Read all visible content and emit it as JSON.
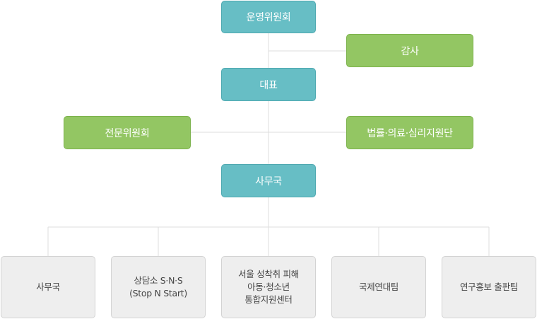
{
  "colors": {
    "teal": "#67bec5",
    "green": "#93c663",
    "gray": "#eeeeee",
    "line": "#dddddd"
  },
  "org": {
    "committee": "운영위원회",
    "audit": "감사",
    "ceo": "대표",
    "expert_committee": "전문위원회",
    "support_team": "법률·의료·심리지원단",
    "secretariat": "사무국"
  },
  "departments": [
    {
      "lines": [
        "사무국"
      ]
    },
    {
      "lines": [
        "상담소 S·N·S",
        "(Stop N Start)"
      ]
    },
    {
      "lines": [
        "서울 성착취 피해",
        "아동·청소년",
        "통합지원센터"
      ]
    },
    {
      "lines": [
        "국제연대팀"
      ]
    },
    {
      "lines": [
        "연구홍보 출판팀"
      ]
    }
  ]
}
